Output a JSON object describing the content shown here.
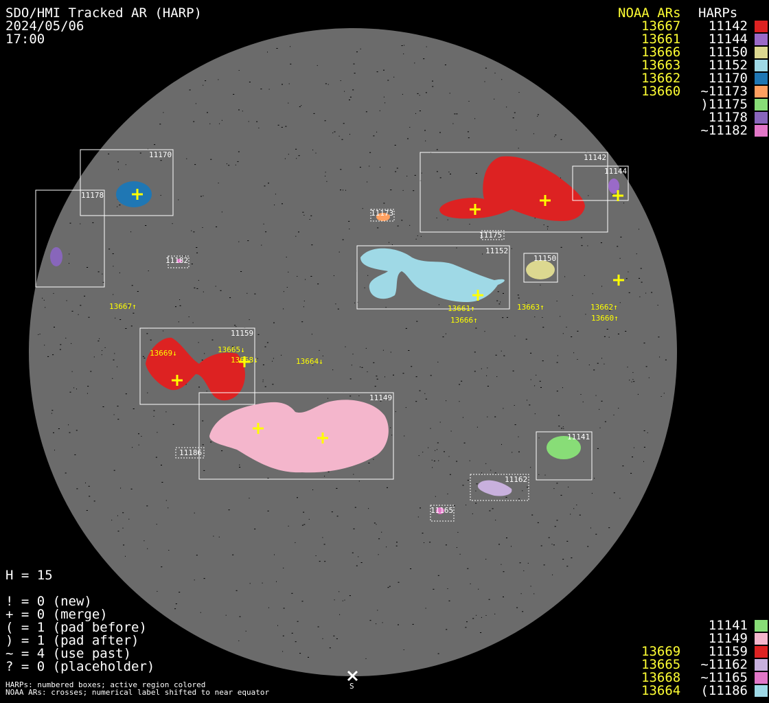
{
  "header": {
    "title": "SDO/HMI Tracked AR (HARP)",
    "date": "2024/05/06",
    "time": "17:00"
  },
  "legend_top": {
    "noaa_heading": "NOAA ARs",
    "harp_heading": "HARPs",
    "rows": [
      {
        "noaa": "13667",
        "harp": "11142",
        "color": "#dd2222"
      },
      {
        "noaa": "13661",
        "harp": "11144",
        "color": "#9a6ac8"
      },
      {
        "noaa": "13666",
        "harp": "11150",
        "color": "#dcd890"
      },
      {
        "noaa": "13663",
        "harp": "11152",
        "color": "#9fd9e6"
      },
      {
        "noaa": "13662",
        "harp": "11170",
        "color": "#1f77b4"
      },
      {
        "noaa": "13660",
        "harp": "~11173",
        "color": "#ffa060"
      },
      {
        "noaa": "",
        "harp": ")11175",
        "color": "#88dd77"
      },
      {
        "noaa": "",
        "harp": "11178",
        "color": "#8866bb"
      },
      {
        "noaa": "",
        "harp": "~11182",
        "color": "#e277c8"
      }
    ]
  },
  "legend_bottom": {
    "rows": [
      {
        "noaa": "",
        "harp": "11141",
        "color": "#88dd77"
      },
      {
        "noaa": "",
        "harp": "11149",
        "color": "#f4b6cc"
      },
      {
        "noaa": "13669",
        "harp": "11159",
        "color": "#dd2222"
      },
      {
        "noaa": "13665",
        "harp": "~11162",
        "color": "#c8b0dd"
      },
      {
        "noaa": "13668",
        "harp": "~11165",
        "color": "#e277c8"
      },
      {
        "noaa": "13664",
        "harp": "(11186",
        "color": "#9fd9e6"
      }
    ]
  },
  "stats": {
    "h": "H = 15",
    "lines": [
      "! = 0 (new)",
      "+ = 0 (merge)",
      "( = 1 (pad before)",
      ") = 1 (pad after)",
      "~ = 4 (use past)",
      "? = 0 (placeholder)"
    ]
  },
  "caption": {
    "line1": "HARPs: numbered boxes; active region colored",
    "line2": "NOAA ARs: crosses; numerical label shifted to near equator"
  },
  "disk": {
    "south_label": "S",
    "colors": {
      "disk": "#6b6b6b",
      "box": "#ffffff",
      "noaa": "#ffff00"
    },
    "harp_labels": [
      "11170",
      "11178",
      "11182",
      "11173",
      "11142",
      "11144",
      "11175",
      "11152",
      "11150",
      "11159",
      "11149",
      "11186",
      "11141",
      "11162",
      "11165"
    ],
    "noaa_labels": [
      "13667↑",
      "13661↑",
      "13666↑",
      "13663↑",
      "13662↑",
      "13660↑",
      "13669↓",
      "13665↓",
      "13668↓",
      "13664↓"
    ]
  }
}
